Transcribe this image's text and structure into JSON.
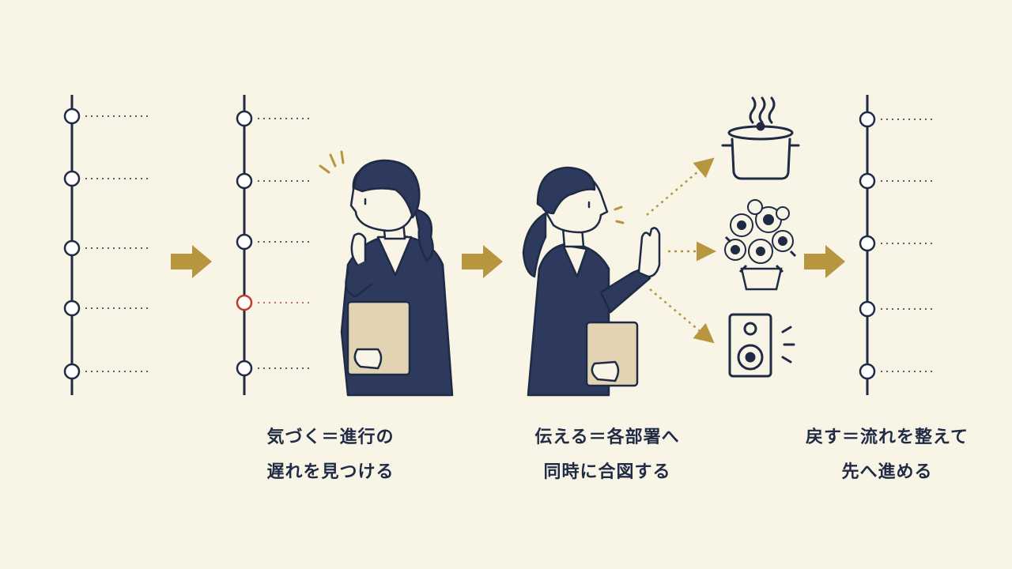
{
  "colors": {
    "background": "#f8f4e6",
    "navy": "#1f2a44",
    "gold": "#b8953f",
    "alert_red": "#c0392b",
    "folder_tan": "#e2d4b2"
  },
  "steps": [
    {
      "line1": "気づく＝進行の",
      "line2": "遅れを見つける"
    },
    {
      "line1": "伝える＝各部署へ",
      "line2": "同時に合図する"
    },
    {
      "line1": "戻す＝流れを整えて",
      "line2": "先へ進める"
    }
  ],
  "department_icons": [
    "cooking-pot-icon",
    "flower-arrangement-icon",
    "speaker-icon"
  ]
}
